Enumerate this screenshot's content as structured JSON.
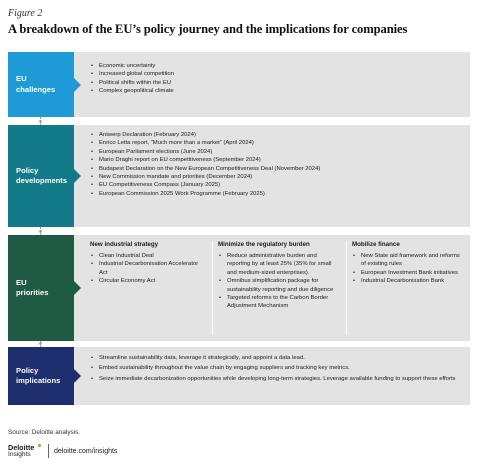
{
  "figure_label": "Figure 2",
  "title": "A breakdown of the EU’s policy journey and the implications for companies",
  "colors": {
    "challenges": "#1e9bd7",
    "developments": "#137a8a",
    "priorities": "#1f5a44",
    "implications": "#1d2f6f",
    "panel_bg": "#e3e3e3",
    "brand_green": "#7ab82e"
  },
  "rows": {
    "challenges": {
      "label_line1": "EU",
      "label_line2": "challenges",
      "items": [
        "Economic uncertainty",
        "Increased global competition",
        "Political shifts within the EU",
        "Complex geopolitical climate"
      ]
    },
    "developments": {
      "label_line1": "Policy",
      "label_line2": "developments",
      "items": [
        "Antwerp Declaration (February 2024)",
        "Enrico Letta report, “Much more than a market” (April 2024)",
        "European Parliament elections (June 2024)",
        "Mario Draghi report on EU competitiveness (September 2024)",
        "Budapest Declaration on the New European  Competitiveness Deal (November 2024)",
        "New Commission mandate and priorities (December 2024)",
        "EU Competitiveness Compass (January 2025)",
        "European Commission 2025 Work Programme (February 2025)"
      ]
    },
    "priorities": {
      "label_line1": "EU",
      "label_line2": "priorities",
      "columns": [
        {
          "heading": "New industrial strategy",
          "items": [
            "Clean Industrial Deal",
            "Industrial Decarbonisation Accelerator Act",
            "Circular Economy Act"
          ]
        },
        {
          "heading": "Minimize the regulatory burden",
          "items": [
            "Reduce administrative burden and reporting by at least 25% (35% for small and medium-sized enterprises).",
            "Omnibus simplification package for sustainability reporting and due diligence",
            "Targeted reforms to the Carbon Border Adjustment Mechanism"
          ]
        },
        {
          "heading": "Mobilize finance",
          "items": [
            "New State aid framework and reforms of existing rules",
            "European Investment Bank initiatives",
            "Industrial Decarbonisation Bank"
          ]
        }
      ]
    },
    "implications": {
      "label_line1": "Policy",
      "label_line2": "implications",
      "items": [
        "Streamline sustainability data, leverage it strategically, and appoint a data lead.",
        "Embed sustainability throughout the value chain by engaging suppliers and tracking key metrics.",
        "Seize immediate decarbonization opportunities while developing long-term strategies. Leverage available funding to support these efforts"
      ]
    }
  },
  "source": "Source: Deloitte analysis.",
  "footer": {
    "brand": "Deloitte",
    "brand_sub": "Insights",
    "site": "deloitte.com/insights"
  }
}
